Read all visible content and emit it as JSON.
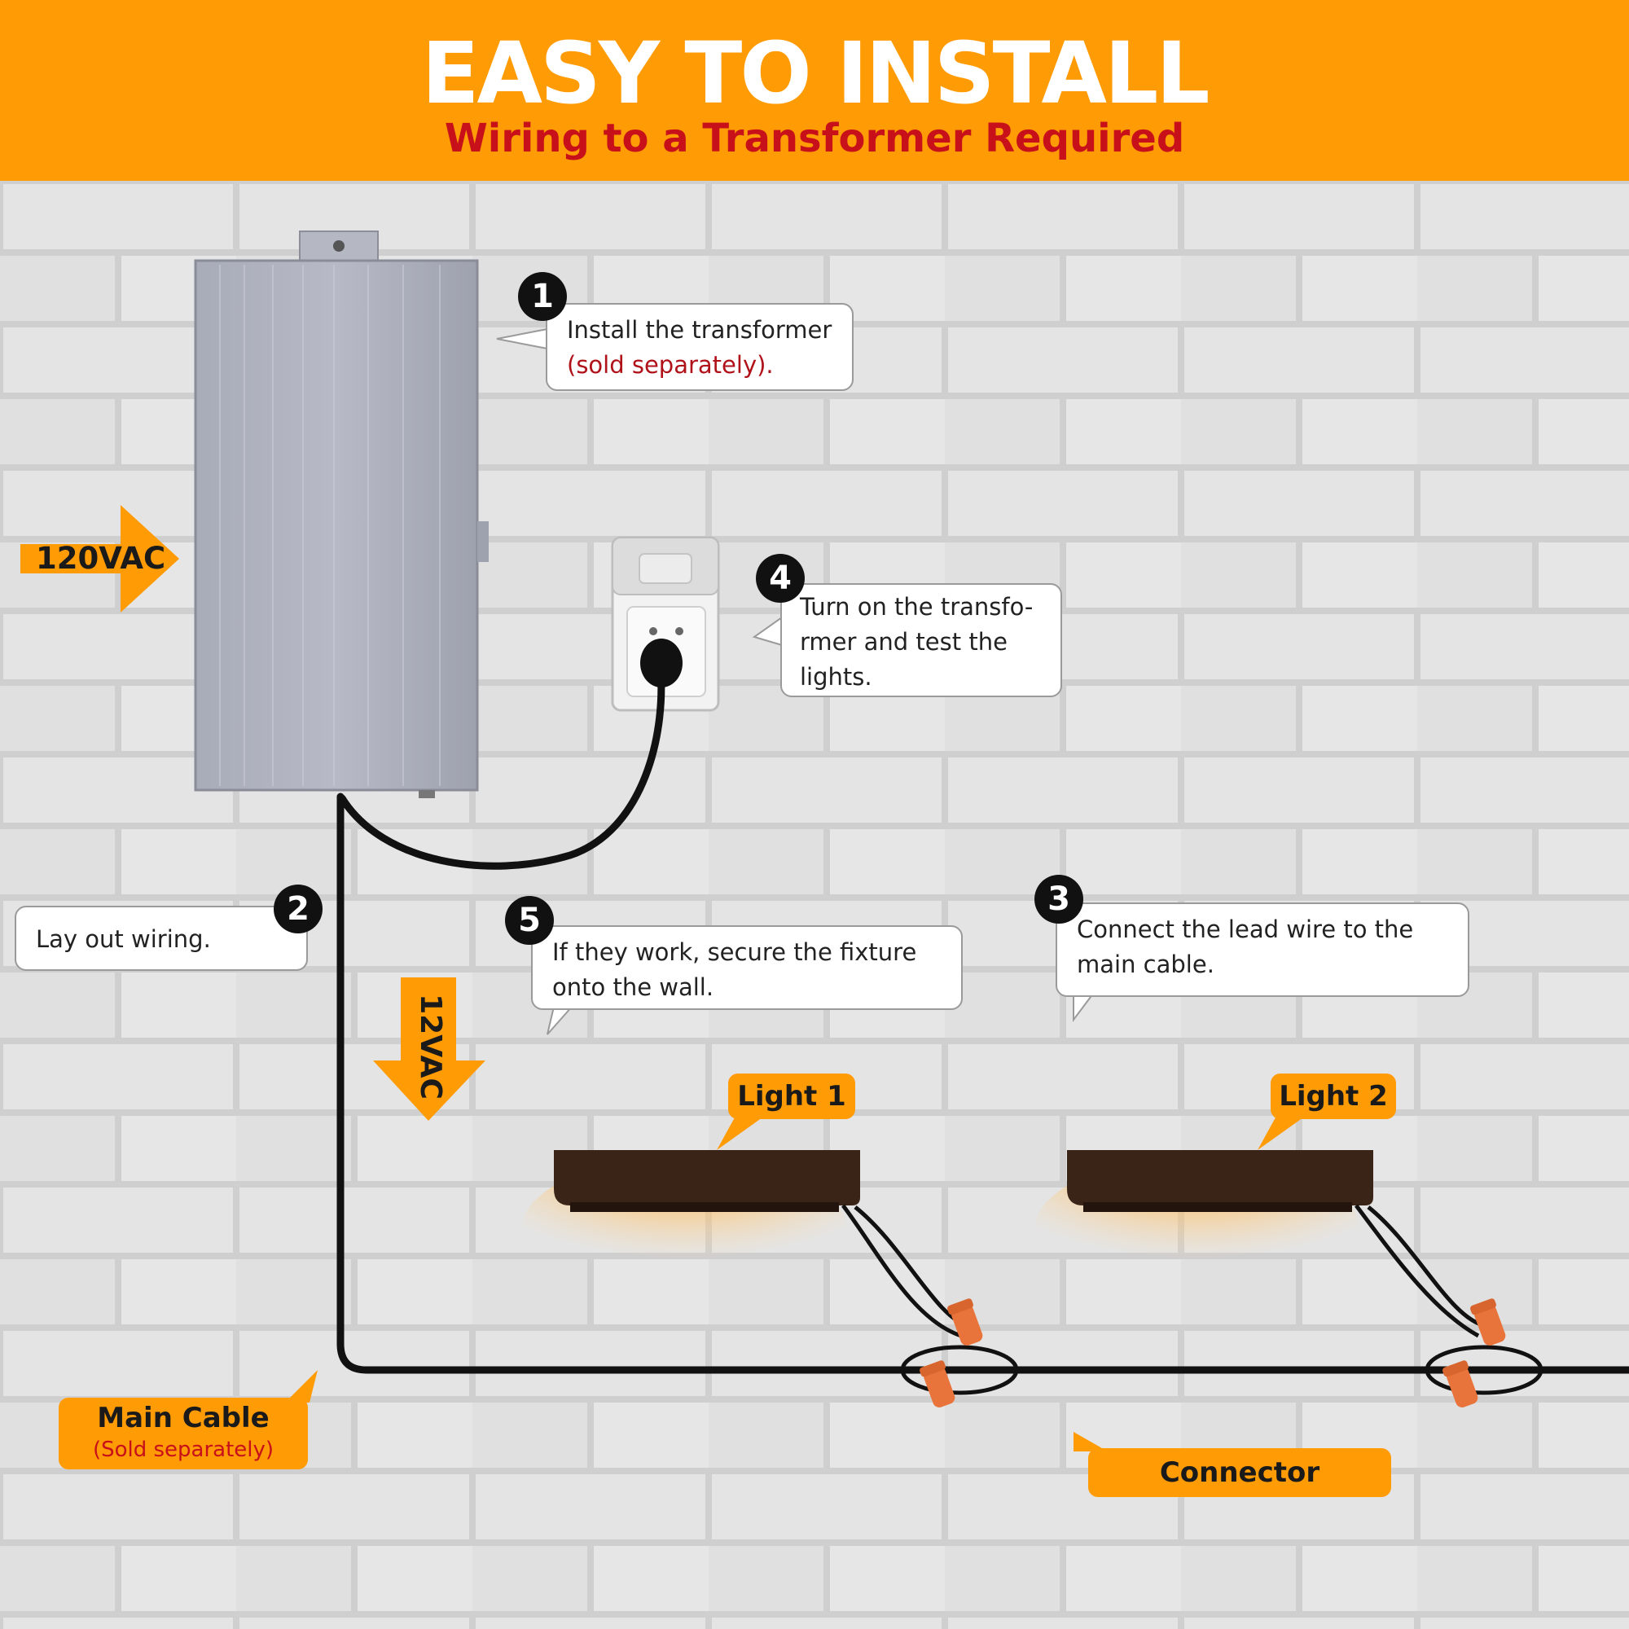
{
  "header": {
    "title": "EASY TO INSTALL",
    "subtitle": "Wiring to a Transformer Required"
  },
  "steps": [
    {
      "num": "1",
      "line1": "Install the transformer",
      "line2": "(sold separately)."
    },
    {
      "num": "2",
      "text": "Lay out wiring."
    },
    {
      "num": "3",
      "line1": "Connect the lead wire to the",
      "line2": "main cable."
    },
    {
      "num": "4",
      "line1": "Turn on the transfo-",
      "line2": "rmer and test the",
      "line3": "lights."
    },
    {
      "num": "5",
      "line1": "If they work, secure the fixture",
      "line2": "onto the wall."
    }
  ],
  "arrows": {
    "input_voltage": "120VAC",
    "output_voltage": "12VAC"
  },
  "labels": {
    "light1": "Light 1",
    "light2": "Light 2",
    "main_cable": "Main Cable",
    "main_cable_note": "(Sold separately)",
    "connector": "Connector"
  },
  "colors": {
    "accent": "#ff9b05",
    "warning_text": "#c8101a",
    "cable": "#111111",
    "fixture": "#3a2418",
    "glow": "#ffb347",
    "wire_nut": "#e8743b"
  },
  "icons": [
    "transformer-box-icon",
    "outlet-icon",
    "plug-icon",
    "light-fixture-icon",
    "wire-nut-icon"
  ]
}
